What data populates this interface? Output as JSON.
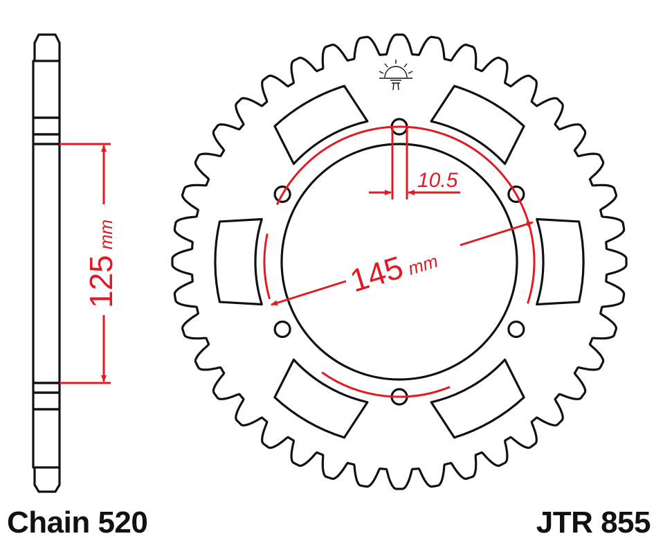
{
  "diagram": {
    "part_number": "JTR 855",
    "chain_label": "Chain 520",
    "dimensions": {
      "hub_width": {
        "value": "125",
        "unit": "mm"
      },
      "bore_diameter": {
        "value": "145",
        "unit": "mm"
      },
      "bolt_hole": {
        "value": "10.5"
      }
    },
    "bolt_holes": 6,
    "lightening_slots": 6,
    "logo_icon": "jt-sun-logo-icon",
    "colors": {
      "outline": "#111111",
      "dimension": "#e01b24",
      "background": "#ffffff"
    }
  }
}
